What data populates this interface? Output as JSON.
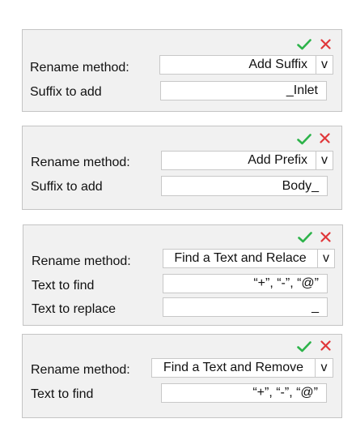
{
  "colors": {
    "confirm": "#2db34a",
    "cancel": "#e0373a"
  },
  "icons": {
    "confirm": "check-icon",
    "cancel": "close-icon"
  },
  "panels": [
    {
      "rows": [
        {
          "label": "Rename method:",
          "value": "Add Suffix",
          "dropdown": "v"
        },
        {
          "label": "Suffix to add",
          "value": "_Inlet"
        }
      ]
    },
    {
      "rows": [
        {
          "label": "Rename method:",
          "value": "Add Prefix",
          "dropdown": "v"
        },
        {
          "label": "Suffix to add",
          "value": "Body_"
        }
      ]
    },
    {
      "rows": [
        {
          "label": "Rename method:",
          "value": "Find a Text and Relace",
          "dropdown": "v"
        },
        {
          "label": "Text to find",
          "value": "“+”, “-”, “@”"
        },
        {
          "label": "Text to replace",
          "value": "_"
        }
      ]
    },
    {
      "rows": [
        {
          "label": "Rename method:",
          "value": "Find a Text and Remove",
          "dropdown": "v"
        },
        {
          "label": "Text to find",
          "value": "“+”, “-”, “@”"
        }
      ]
    }
  ]
}
